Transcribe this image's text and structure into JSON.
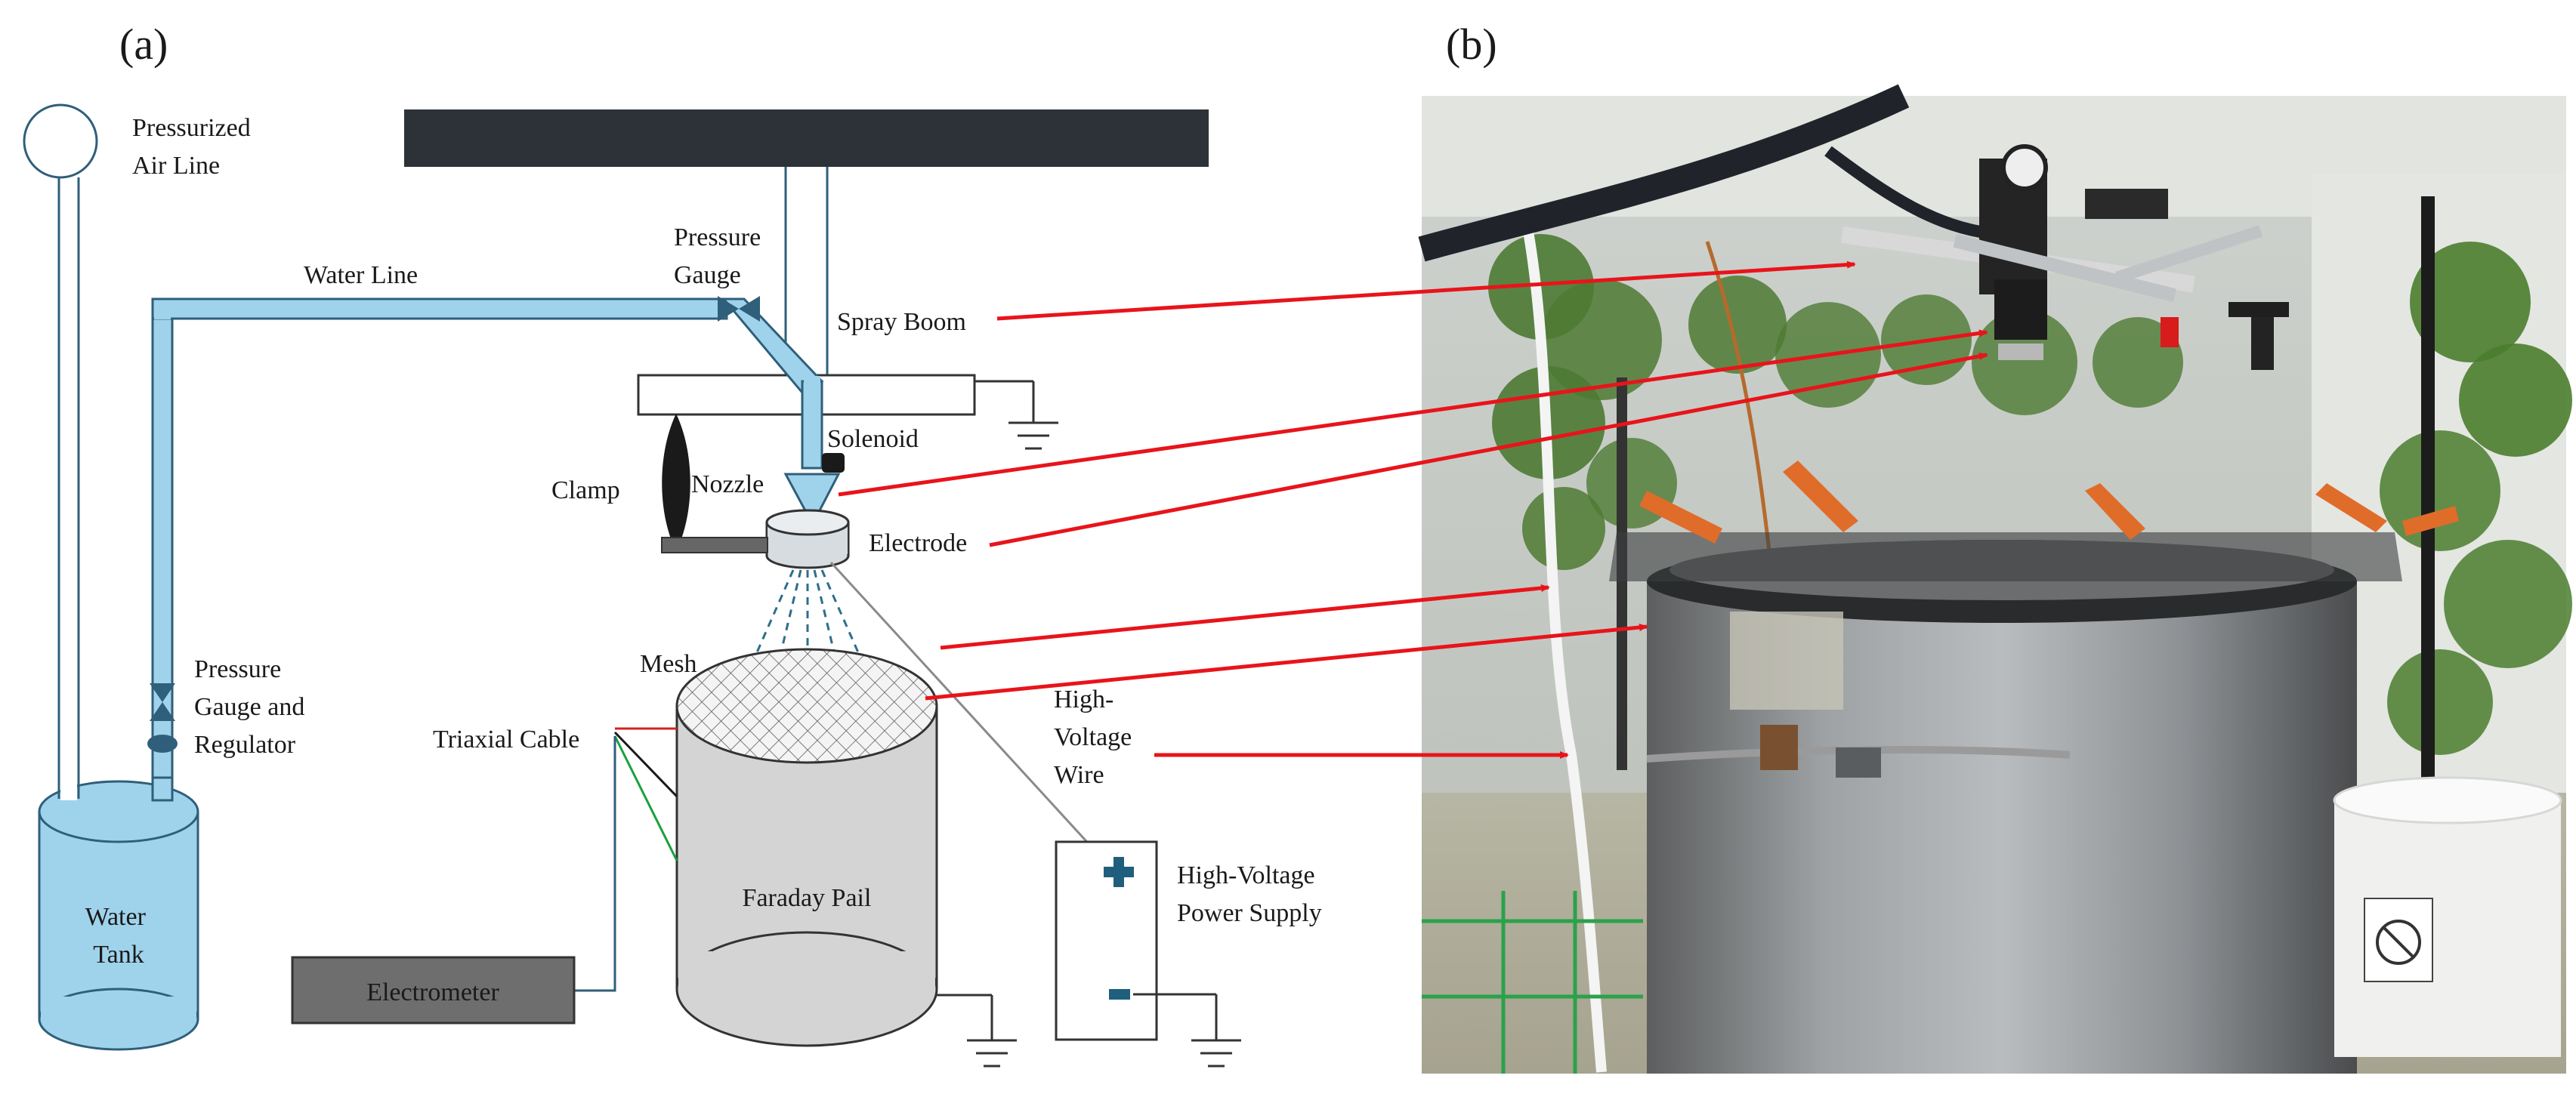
{
  "panels": {
    "a": "(a)",
    "b": "(b)"
  },
  "labels": {
    "air_line": [
      "Pressurized",
      "Air Line"
    ],
    "water_line": "Water Line",
    "pressure_gauge": [
      "Pressure",
      "Gauge"
    ],
    "spray_boom": "Spray Boom",
    "solenoid": "Solenoid",
    "clamp": "Clamp",
    "nozzle": "Nozzle",
    "electrode": "Electrode",
    "mesh": "Mesh",
    "regulator": [
      "Pressure",
      "Gauge and",
      "Regulator"
    ],
    "triaxial_cable": "Triaxial Cable",
    "hv_wire": [
      "High-",
      "Voltage",
      "Wire"
    ],
    "water_tank": [
      "Water",
      "Tank"
    ],
    "faraday_pail": "Faraday Pail",
    "hv_supply": [
      "High-Voltage",
      "Power Supply"
    ],
    "electrometer": "Electrometer",
    "plus": "+",
    "minus": "−"
  },
  "colors": {
    "water": "#9fd3ec",
    "pipe_stroke": "#2f5f7a",
    "boom": "#2d3238",
    "pail": "#d4d4d4",
    "electrometer": "#6e6e6e",
    "arrow": "#e8141b",
    "cable_red": "#d72020",
    "cable_green": "#1aa040",
    "hv_symbol": "#1f5f7d"
  }
}
